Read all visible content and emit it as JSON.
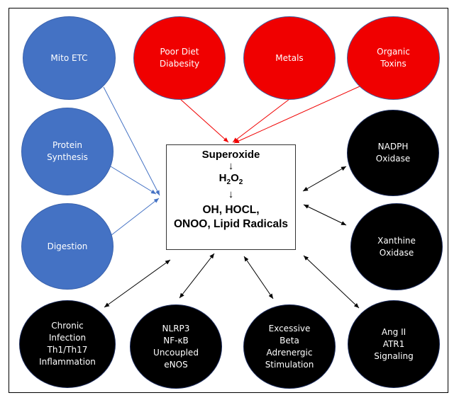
{
  "colors": {
    "blue_node": "#4472c4",
    "red_node": "#f00000",
    "black_node": "#000000",
    "blue_link": "#4472c4",
    "red_link": "#f00000",
    "black_link": "#000000"
  },
  "center": {
    "line1": "Superoxide",
    "arrow1": "↓",
    "h": "H",
    "sub1": "2",
    "o": "O",
    "sub2": "2",
    "arrow2": "↓",
    "line3a": "OH, HOCL,",
    "line3b": "ONOO, Lipid Radicals"
  },
  "nodes": {
    "mito": {
      "label": "Mito ETC",
      "group": "blue"
    },
    "protein": {
      "label": "Protein\nSynthesis",
      "group": "blue"
    },
    "digestion": {
      "label": "Digestion",
      "group": "blue"
    },
    "diet": {
      "label": "Poor Diet\nDiabesity",
      "group": "red"
    },
    "metals": {
      "label": "Metals",
      "group": "red"
    },
    "toxins": {
      "label": "Organic\nToxins",
      "group": "red"
    },
    "nadph": {
      "label": "NADPH\nOxidase",
      "group": "black"
    },
    "xanthine": {
      "label": "Xanthine\nOxidase",
      "group": "black"
    },
    "chronic": {
      "label": "Chronic\nInfection\nTh1/Th17\nInflammation",
      "group": "black"
    },
    "nlrp3": {
      "label": "NLRP3\nNF-κB\nUncoupled\neNOS",
      "group": "black"
    },
    "beta": {
      "label": "Excessive\nBeta\nAdrenergic\nStimulation",
      "group": "black"
    },
    "ang": {
      "label": "Ang II\nATR1\nSignaling",
      "group": "black"
    }
  },
  "links": [
    {
      "from": "mito",
      "to": "center",
      "type": "one-way",
      "color": "blue"
    },
    {
      "from": "protein",
      "to": "center",
      "type": "one-way",
      "color": "blue"
    },
    {
      "from": "digestion",
      "to": "center",
      "type": "one-way",
      "color": "blue"
    },
    {
      "from": "diet",
      "to": "center",
      "type": "one-way",
      "color": "red"
    },
    {
      "from": "metals",
      "to": "center",
      "type": "one-way",
      "color": "red"
    },
    {
      "from": "toxins",
      "to": "center",
      "type": "one-way",
      "color": "red"
    },
    {
      "from": "nadph",
      "to": "center",
      "type": "two-way",
      "color": "black"
    },
    {
      "from": "xanthine",
      "to": "center",
      "type": "two-way",
      "color": "black"
    },
    {
      "from": "chronic",
      "to": "center",
      "type": "two-way",
      "color": "black"
    },
    {
      "from": "nlrp3",
      "to": "center",
      "type": "two-way",
      "color": "black"
    },
    {
      "from": "beta",
      "to": "center",
      "type": "two-way",
      "color": "black"
    },
    {
      "from": "ang",
      "to": "center",
      "type": "two-way",
      "color": "black"
    }
  ]
}
